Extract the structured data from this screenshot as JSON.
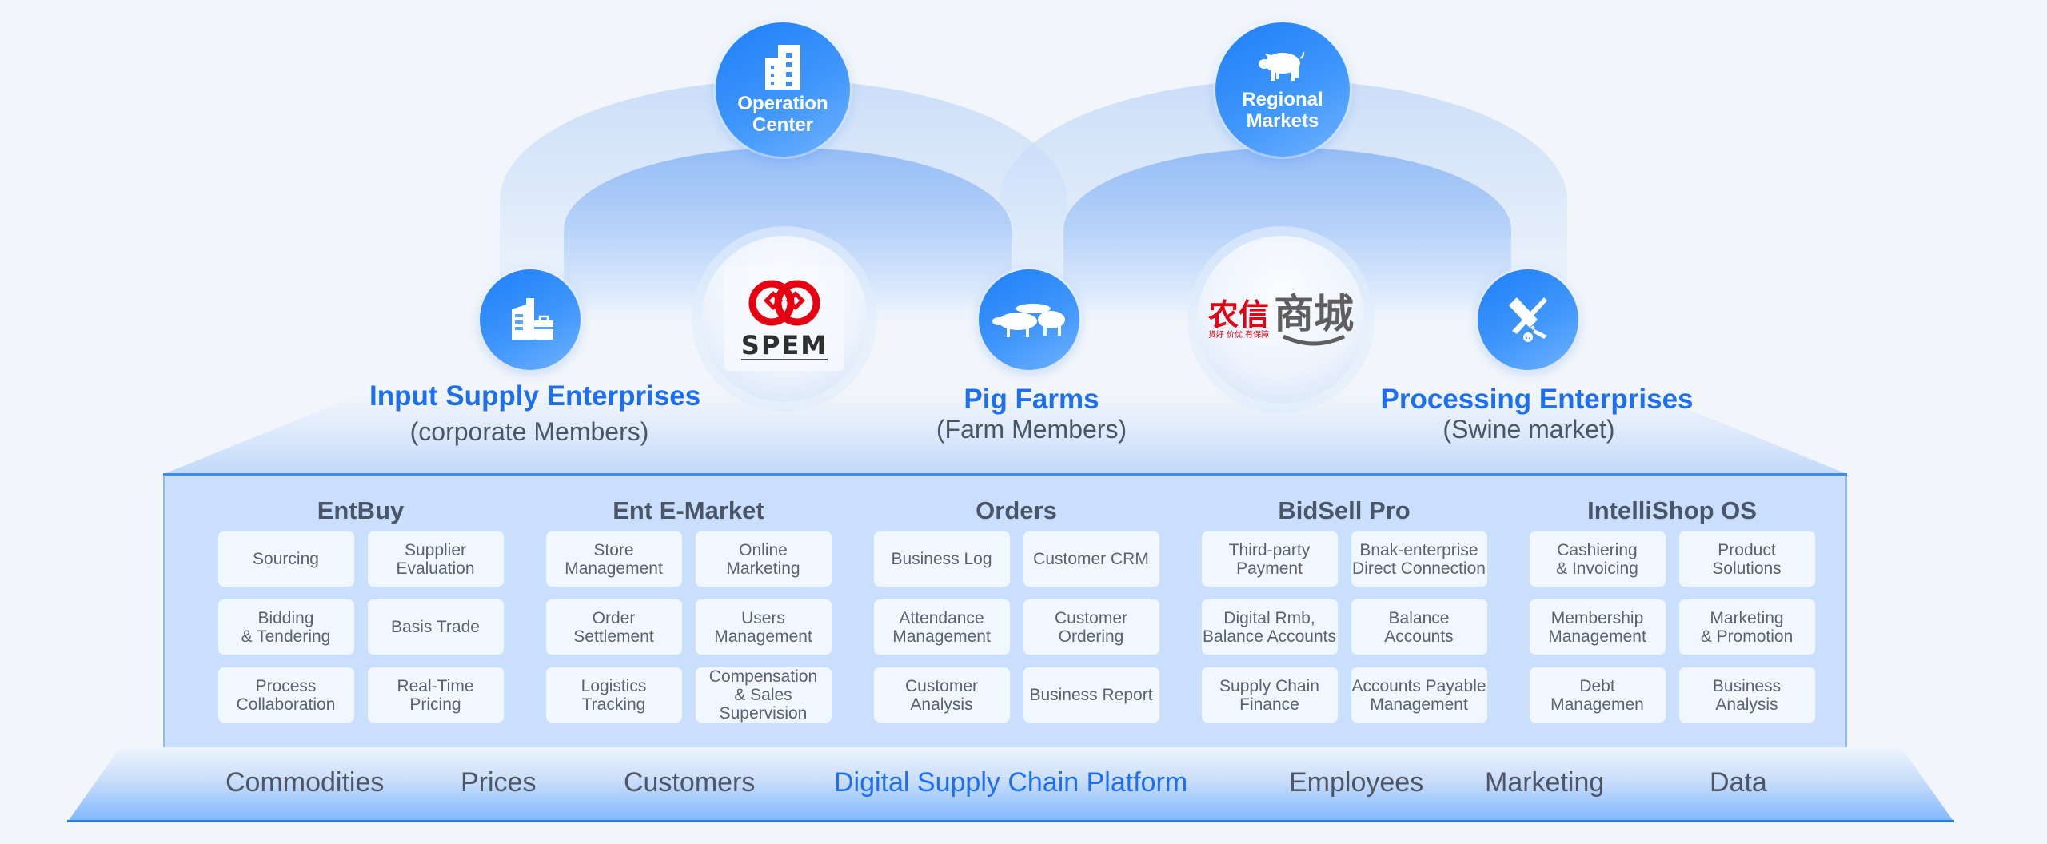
{
  "hubs": [
    {
      "label": "Operation\nCenter",
      "icon": "building-icon"
    },
    {
      "label": "Regional\nMarkets",
      "icon": "pig-icon"
    }
  ],
  "members": [
    {
      "title": "Input Supply Enterprises",
      "subtitle": "(corporate Members)",
      "icon": "enterprise-briefcase-icon"
    },
    {
      "title": "Pig Farms",
      "subtitle": "(Farm Members)",
      "icon": "pigs-herd-icon"
    },
    {
      "title": "Processing Enterprises",
      "subtitle": "(Swine market)",
      "icon": "cleaver-knife-icon"
    }
  ],
  "logos": {
    "spem": {
      "text": "SPEM",
      "color": "#e60012"
    },
    "mall": {
      "red_text": "农信",
      "gray_text": "商城",
      "slogan": "货好 价优 有保障",
      "red": "#e60012",
      "gray": "#5f5f5f"
    }
  },
  "modules": [
    {
      "title": "EntBuy",
      "items": [
        "Sourcing",
        "Supplier\nEvaluation",
        "Bidding\n& Tendering",
        "Basis Trade",
        "Process\nCollaboration",
        "Real-Time\nPricing"
      ]
    },
    {
      "title": "Ent E-Market",
      "items": [
        "Store\nManagement",
        "Online\nMarketing",
        "Order\nSettlement",
        "Users\nManagement",
        "Logistics\nTracking",
        "Compensation\n& Sales Supervision"
      ]
    },
    {
      "title": "Orders",
      "items": [
        "Business Log",
        "Customer CRM",
        "Attendance\nManagement",
        "Customer\nOrdering",
        "Customer\nAnalysis",
        "Business Report"
      ]
    },
    {
      "title": "BidSell Pro",
      "items": [
        "Third-party\nPayment",
        "Bnak-enterprise\nDirect Connection",
        "Digital Rmb,\nBalance Accounts",
        "Balance\nAccounts",
        "Supply Chain\nFinance",
        "Accounts Payable\nManagement"
      ]
    },
    {
      "title": "IntelliShop OS",
      "items": [
        "Cashiering\n& Invoicing",
        "Product\nSolutions",
        "Membership\nManagement",
        "Marketing\n& Promotion",
        "Debt\nManagemen",
        "Business\nAnalysis"
      ]
    }
  ],
  "base": {
    "items": [
      "Commodities",
      "Prices",
      "Customers",
      "Digital Supply Chain Platform",
      "Employees",
      "Marketing",
      "Data"
    ],
    "highlight_index": 3
  },
  "colors": {
    "accent": "#1e6ff0",
    "text": "#4a5568",
    "box": "#c9dffd",
    "cell": "#f1f7fe",
    "node": "#3f96fb"
  }
}
